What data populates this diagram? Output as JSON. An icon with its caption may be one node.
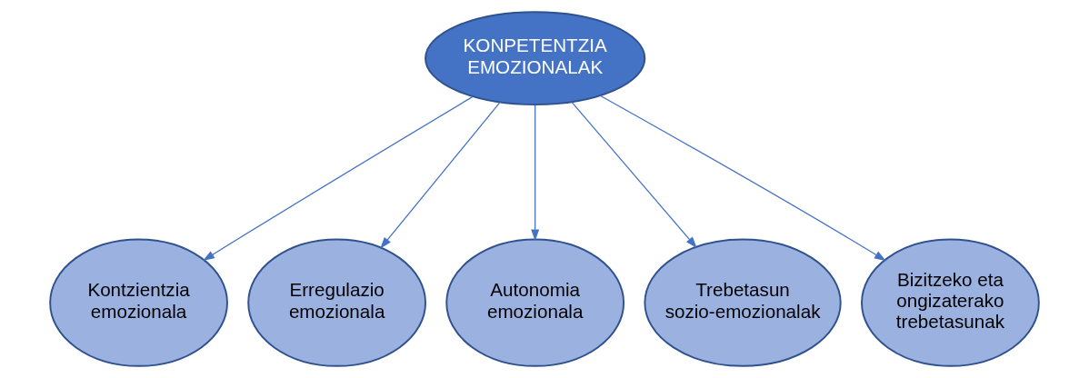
{
  "diagram": {
    "nodes": [
      {
        "text": [
          "KONPETENTZIA EMOZIONALAK"
        ]
      },
      {
        "text": [
          "Kontzientzia emozionala"
        ]
      },
      {
        "text": [
          "Erregulazio emozionala"
        ]
      },
      {
        "text": [
          "Autonomia emozionala"
        ]
      },
      {
        "text": [
          "Trebetasun sozio-emozionalak"
        ]
      },
      {
        "text": [
          "Bizitzeko eta ongizaterako trebetasunak"
        ]
      }
    ],
    "edges": [
      {
        "from": 0,
        "to": 1,
        "arrow": "to"
      },
      {
        "from": 0,
        "to": 2,
        "arrow": "to"
      },
      {
        "from": 0,
        "to": 3,
        "arrow": "to"
      },
      {
        "from": 0,
        "to": 4,
        "arrow": "to"
      },
      {
        "from": 0,
        "to": 5,
        "arrow": "to"
      }
    ]
  }
}
